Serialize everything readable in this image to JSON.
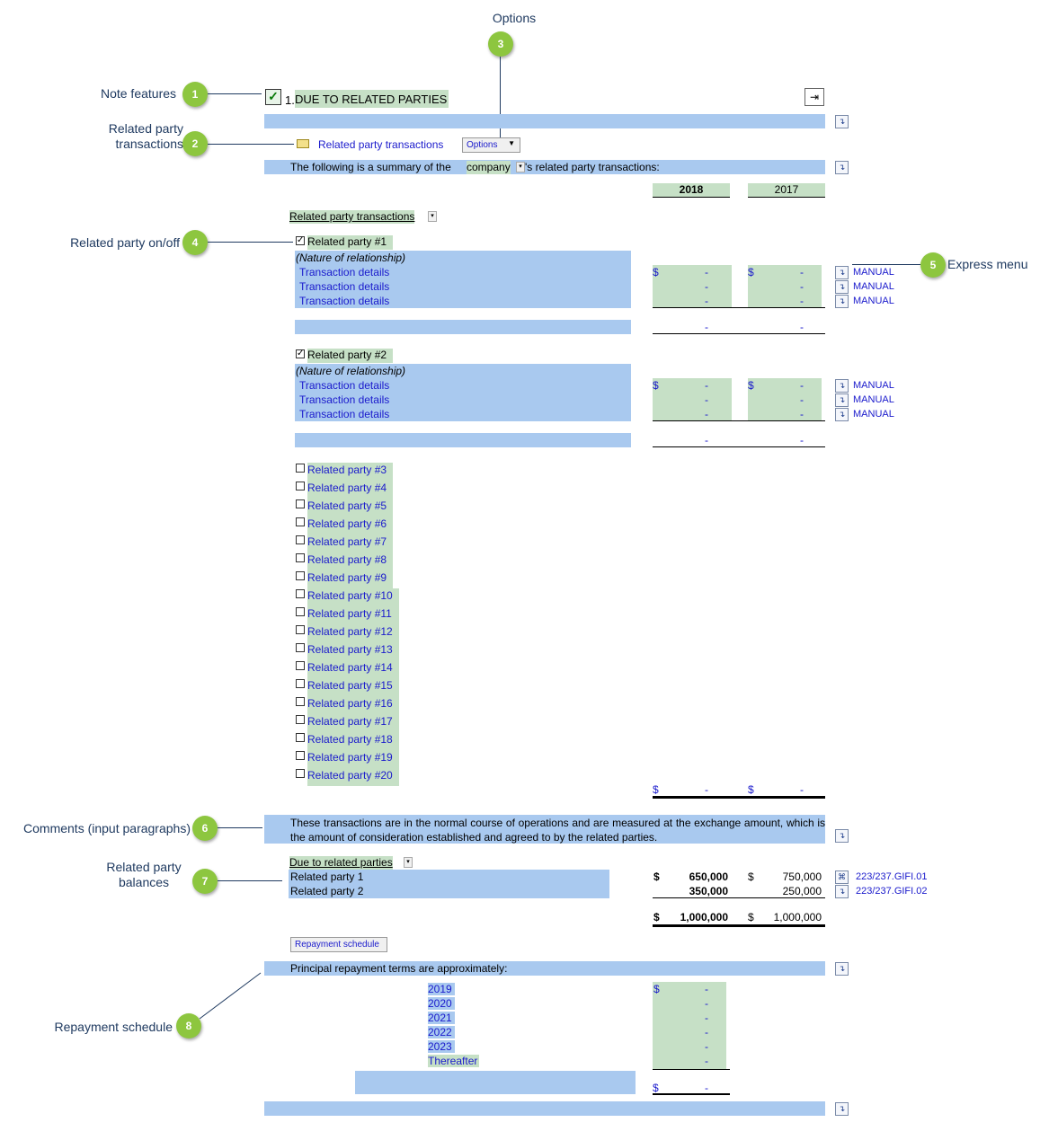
{
  "callouts": {
    "c1": {
      "num": "1",
      "label": "Note features"
    },
    "c2": {
      "num": "2",
      "label": "Related party transactions"
    },
    "c3": {
      "num": "3",
      "label": "Options"
    },
    "c4": {
      "num": "4",
      "label": "Related party on/off"
    },
    "c5": {
      "num": "5",
      "label": "Express menu"
    },
    "c6": {
      "num": "6",
      "label": "Comments (input paragraphs)"
    },
    "c7": {
      "num": "7",
      "label": "Related party balances"
    },
    "c8": {
      "num": "8",
      "label": "Repayment schedule"
    }
  },
  "note": {
    "number": "1.",
    "title": "DUE TO RELATED PARTIES",
    "section_label": "Related party transactions",
    "options_label": "Options",
    "summary_pre": "The following is a summary of the",
    "summary_company": "company",
    "summary_post": "'s related party transactions:",
    "years": [
      "2018",
      "2017"
    ],
    "transactions_dropdown": "Related party transactions"
  },
  "parties": [
    {
      "name": "Related party #1",
      "checked": true,
      "nature": "(Nature of relationship)",
      "rows": [
        {
          "label": "Transaction details",
          "currency": "$",
          "v2018": "-",
          "v2017": "-",
          "express": "MANUAL"
        },
        {
          "label": "Transaction details",
          "currency": "",
          "v2018": "-",
          "v2017": "-",
          "express": "MANUAL"
        },
        {
          "label": "Transaction details",
          "currency": "",
          "v2018": "-",
          "v2017": "-",
          "express": "MANUAL"
        }
      ],
      "total2018": "-",
      "total2017": "-"
    },
    {
      "name": "Related party #2",
      "checked": true,
      "nature": "(Nature of relationship)",
      "rows": [
        {
          "label": "Transaction details",
          "currency": "$",
          "v2018": "-",
          "v2017": "-",
          "express": "MANUAL"
        },
        {
          "label": "Transaction details",
          "currency": "",
          "v2018": "-",
          "v2017": "-",
          "express": "MANUAL"
        },
        {
          "label": "Transaction details",
          "currency": "",
          "v2018": "-",
          "v2017": "-",
          "express": "MANUAL"
        }
      ],
      "total2018": "-",
      "total2017": "-"
    }
  ],
  "unchecked_parties": [
    "Related party #3",
    "Related party #4",
    "Related party #5",
    "Related party #6",
    "Related party #7",
    "Related party #8",
    "Related party #9",
    "Related party #10",
    "Related party #11",
    "Related party #12",
    "Related party #13",
    "Related party #14",
    "Related party #15",
    "Related party #16",
    "Related party #17",
    "Related party #18",
    "Related party #19",
    "Related party #20"
  ],
  "grand_total": {
    "currency": "$",
    "v2018": "-",
    "v2017": "-"
  },
  "comment": "These transactions are in the normal course of operations and are measured at the exchange amount, which is the amount of consideration established and agreed to by the related parties.",
  "balances": {
    "dropdown": "Due to related parties",
    "rows": [
      {
        "label": "Related party 1",
        "cur2018": "$",
        "v2018": "650,000",
        "cur2017": "$",
        "v2017": "750,000",
        "link": "223/237.GIFI.01"
      },
      {
        "label": "Related party 2",
        "cur2018": "",
        "v2018": "350,000",
        "cur2017": "",
        "v2017": "250,000",
        "link": "223/237.GIFI.02"
      }
    ],
    "total": {
      "cur2018": "$",
      "v2018": "1,000,000",
      "cur2017": "$",
      "v2017": "1,000,000"
    }
  },
  "repayment": {
    "button": "Repayment schedule",
    "heading": "Principal repayment terms are approximately:",
    "rows": [
      {
        "year": "2019",
        "currency": "$",
        "value": "-"
      },
      {
        "year": "2020",
        "currency": "",
        "value": "-"
      },
      {
        "year": "2021",
        "currency": "",
        "value": "-"
      },
      {
        "year": "2022",
        "currency": "",
        "value": "-"
      },
      {
        "year": "2023",
        "currency": "",
        "value": "-"
      },
      {
        "year": "Thereafter",
        "currency": "",
        "value": "-"
      }
    ],
    "total_currency": "$",
    "total_value": "-"
  }
}
